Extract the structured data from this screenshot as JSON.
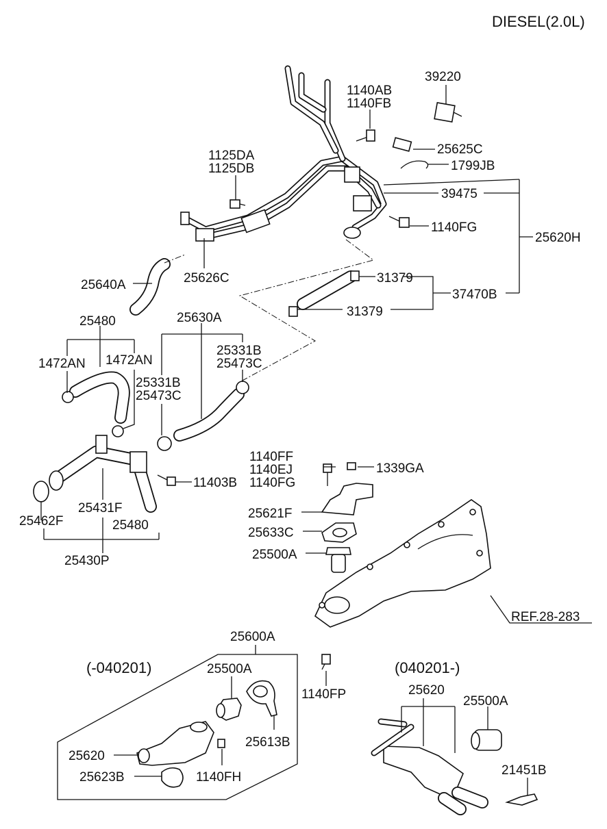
{
  "title": "DIESEL(2.0L)",
  "labels": {
    "p39220": "39220",
    "p1140AB": "1140AB",
    "p1140FB": "1140FB",
    "p25625C": "25625C",
    "p1799JB": "1799JB",
    "p1125DA": "1125DA",
    "p1125DB": "1125DB",
    "p39475": "39475",
    "p1140FG_top": "1140FG",
    "p25620H": "25620H",
    "p25626C": "25626C",
    "p25640A": "25640A",
    "p31379_a": "31379",
    "p31379_b": "31379",
    "p37470B": "37470B",
    "p25480_top": "25480",
    "p25630A": "25630A",
    "p1472AN_l": "1472AN",
    "p1472AN_r": "1472AN",
    "p25331B_r": "25331B",
    "p25473C_r": "25473C",
    "p25331B_l": "25331B",
    "p25473C_l": "25473C",
    "p1140FF": "1140FF",
    "p1140EJ": "1140EJ",
    "p1140FG_mid": "1140FG",
    "p1339GA": "1339GA",
    "p11403B": "11403B",
    "p25431F": "25431F",
    "p25462F": "25462F",
    "p25480_bot": "25480",
    "p25430P": "25430P",
    "p25621F": "25621F",
    "p25633C": "25633C",
    "p25500A_mid": "25500A",
    "pREF": "REF.28-283",
    "p25600A": "25600A",
    "pRange1": "(-040201)",
    "p25500A_l": "25500A",
    "p1140FP": "1140FP",
    "p25613B": "25613B",
    "p25620_l": "25620",
    "p1140FH": "1140FH",
    "p25623B": "25623B",
    "pRange2": "(040201-)",
    "p25620_r": "25620",
    "p25500A_r": "25500A",
    "p21451B": "21451B"
  }
}
